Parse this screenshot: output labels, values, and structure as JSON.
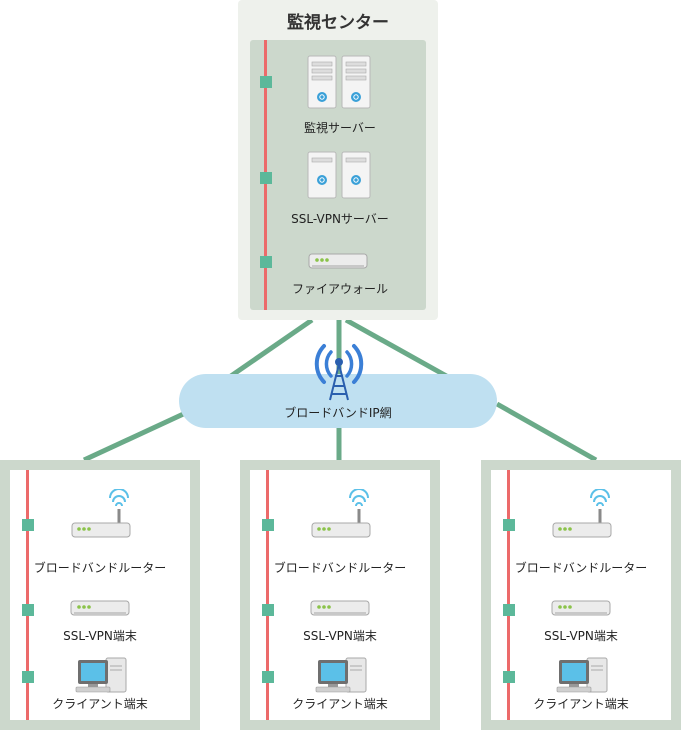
{
  "center": {
    "title": "監視センター",
    "devices": [
      {
        "label": "監視サーバー",
        "icon": "server-icon"
      },
      {
        "label": "SSL-VPNサーバー",
        "icon": "server-icon"
      },
      {
        "label": "ファイアウォール",
        "icon": "firewall-icon"
      }
    ]
  },
  "network": {
    "label": "ブロードバンドIP網",
    "icon": "antenna-icon"
  },
  "sites": [
    {
      "devices": [
        {
          "label": "ブロードバンドルーター",
          "icon": "router-icon"
        },
        {
          "label": "SSL-VPN端末",
          "icon": "vpn-device-icon"
        },
        {
          "label": "クライアント端末",
          "icon": "computer-icon"
        }
      ]
    },
    {
      "devices": [
        {
          "label": "ブロードバンドルーター",
          "icon": "router-icon"
        },
        {
          "label": "SSL-VPN端末",
          "icon": "vpn-device-icon"
        },
        {
          "label": "クライアント端末",
          "icon": "computer-icon"
        }
      ]
    },
    {
      "devices": [
        {
          "label": "ブロードバンドルーター",
          "icon": "router-icon"
        },
        {
          "label": "SSL-VPN端末",
          "icon": "vpn-device-icon"
        },
        {
          "label": "クライアント端末",
          "icon": "computer-icon"
        }
      ]
    }
  ],
  "colors": {
    "line": "#6aaa88",
    "lan": "#ec6a6a",
    "node": "#5cb89a",
    "cloud": "#bfe0f1"
  }
}
